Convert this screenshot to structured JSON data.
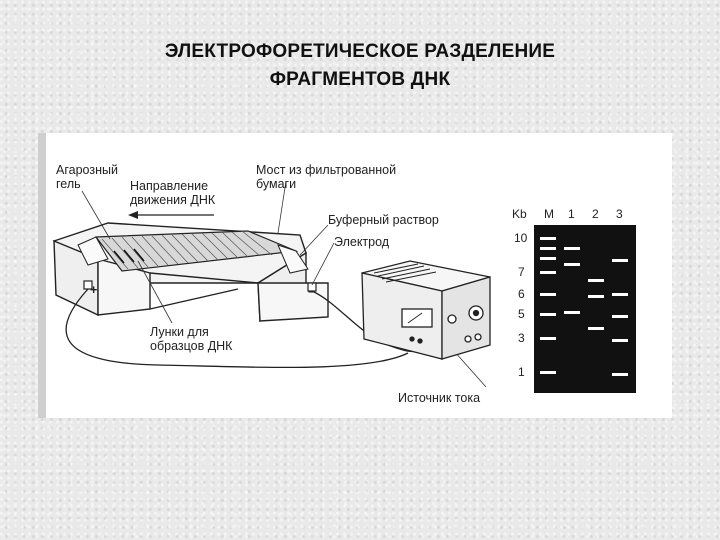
{
  "title": {
    "line1": "ЭЛЕКТРОФОРЕТИЧЕСКОЕ РАЗДЕЛЕНИЕ",
    "line2": "ФРАГМЕНТОВ ДНК"
  },
  "labels": {
    "gel_line1": "Агарозный",
    "gel_line2": "гель",
    "direction_line1": "Направление",
    "direction_line2": "движения ДНК",
    "bridge_line1": "Мост из фильтрованной",
    "bridge_line2": "бумаги",
    "buffer": "Буферный раствор",
    "electrode": "Электрод",
    "wells_line1": "Лунки для",
    "wells_line2": "образцов ДНК",
    "power": "Источник тока",
    "plus": "+",
    "minus": "−"
  },
  "gel_image": {
    "header_kb": "Kb",
    "lanes": [
      "M",
      "1",
      "2",
      "3"
    ],
    "kb_markers": [
      "10",
      "7",
      "6",
      "5",
      "3",
      "1"
    ]
  }
}
